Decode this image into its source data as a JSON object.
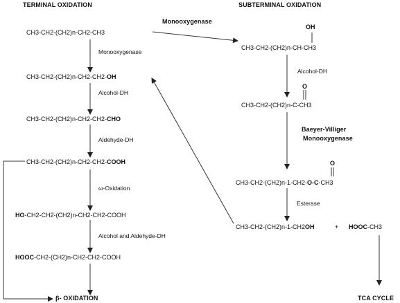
{
  "headers": {
    "terminal": "TERMINAL OXIDATION",
    "subterminal": "SUBTERMINAL OXIDATION"
  },
  "terminal": {
    "f1": "CH3-CH2-(CH2)n-CH2-CH3",
    "e1": "Monooxygenase",
    "f2_main": "CH3-CH2-(CH2)n-CH2-CH2-",
    "f2_group": "OH",
    "e2": "Alcohol-DH",
    "f3_main": "CH3-CH2-(CH2)n-CH2-CH2-",
    "f3_group": "CHO",
    "e3": "Aldehyde-DH",
    "f4_main": "CH3-CH2-(CH2)n-CH2-CH2-",
    "f4_group": "COOH",
    "e4": "ω-Oxidation",
    "f5_group": "HO",
    "f5_main": "-CH2-CH2-(CH2)n-CH2-CH2-COOH",
    "e5": "Alcohol and Aldehyde-DH",
    "f6_group": "HOOC",
    "f6_main": "-CH2-(CH2)n-CH2-CH2-COOH",
    "final": "β- OXIDATION"
  },
  "link_label": "Monooxygenase",
  "subterminal": {
    "s1_oh": "OH",
    "s1": "CH3-CH2-(CH2)n-CH-CH3",
    "e1": "Alcohol-DH",
    "s2_o": "O",
    "s2": "CH3-CH2-(CH2)n-C-CH3",
    "e2_line1": "Baeyer-Villiger",
    "e2_line2": "Monooxygenase",
    "s3_o": "O",
    "s3_main": "CH3-CH2-(CH2)n-1-CH2-",
    "s3_group": "O-C",
    "s3_tail": "-CH3",
    "e3": "Esterase",
    "s4_main": "CH3-CH2-(CH2)n-1-CH2",
    "s4_group": "OH",
    "plus": "+",
    "s5_group": "HOOC",
    "s5_tail": "-CH3",
    "final": "TCA CYCLE"
  }
}
